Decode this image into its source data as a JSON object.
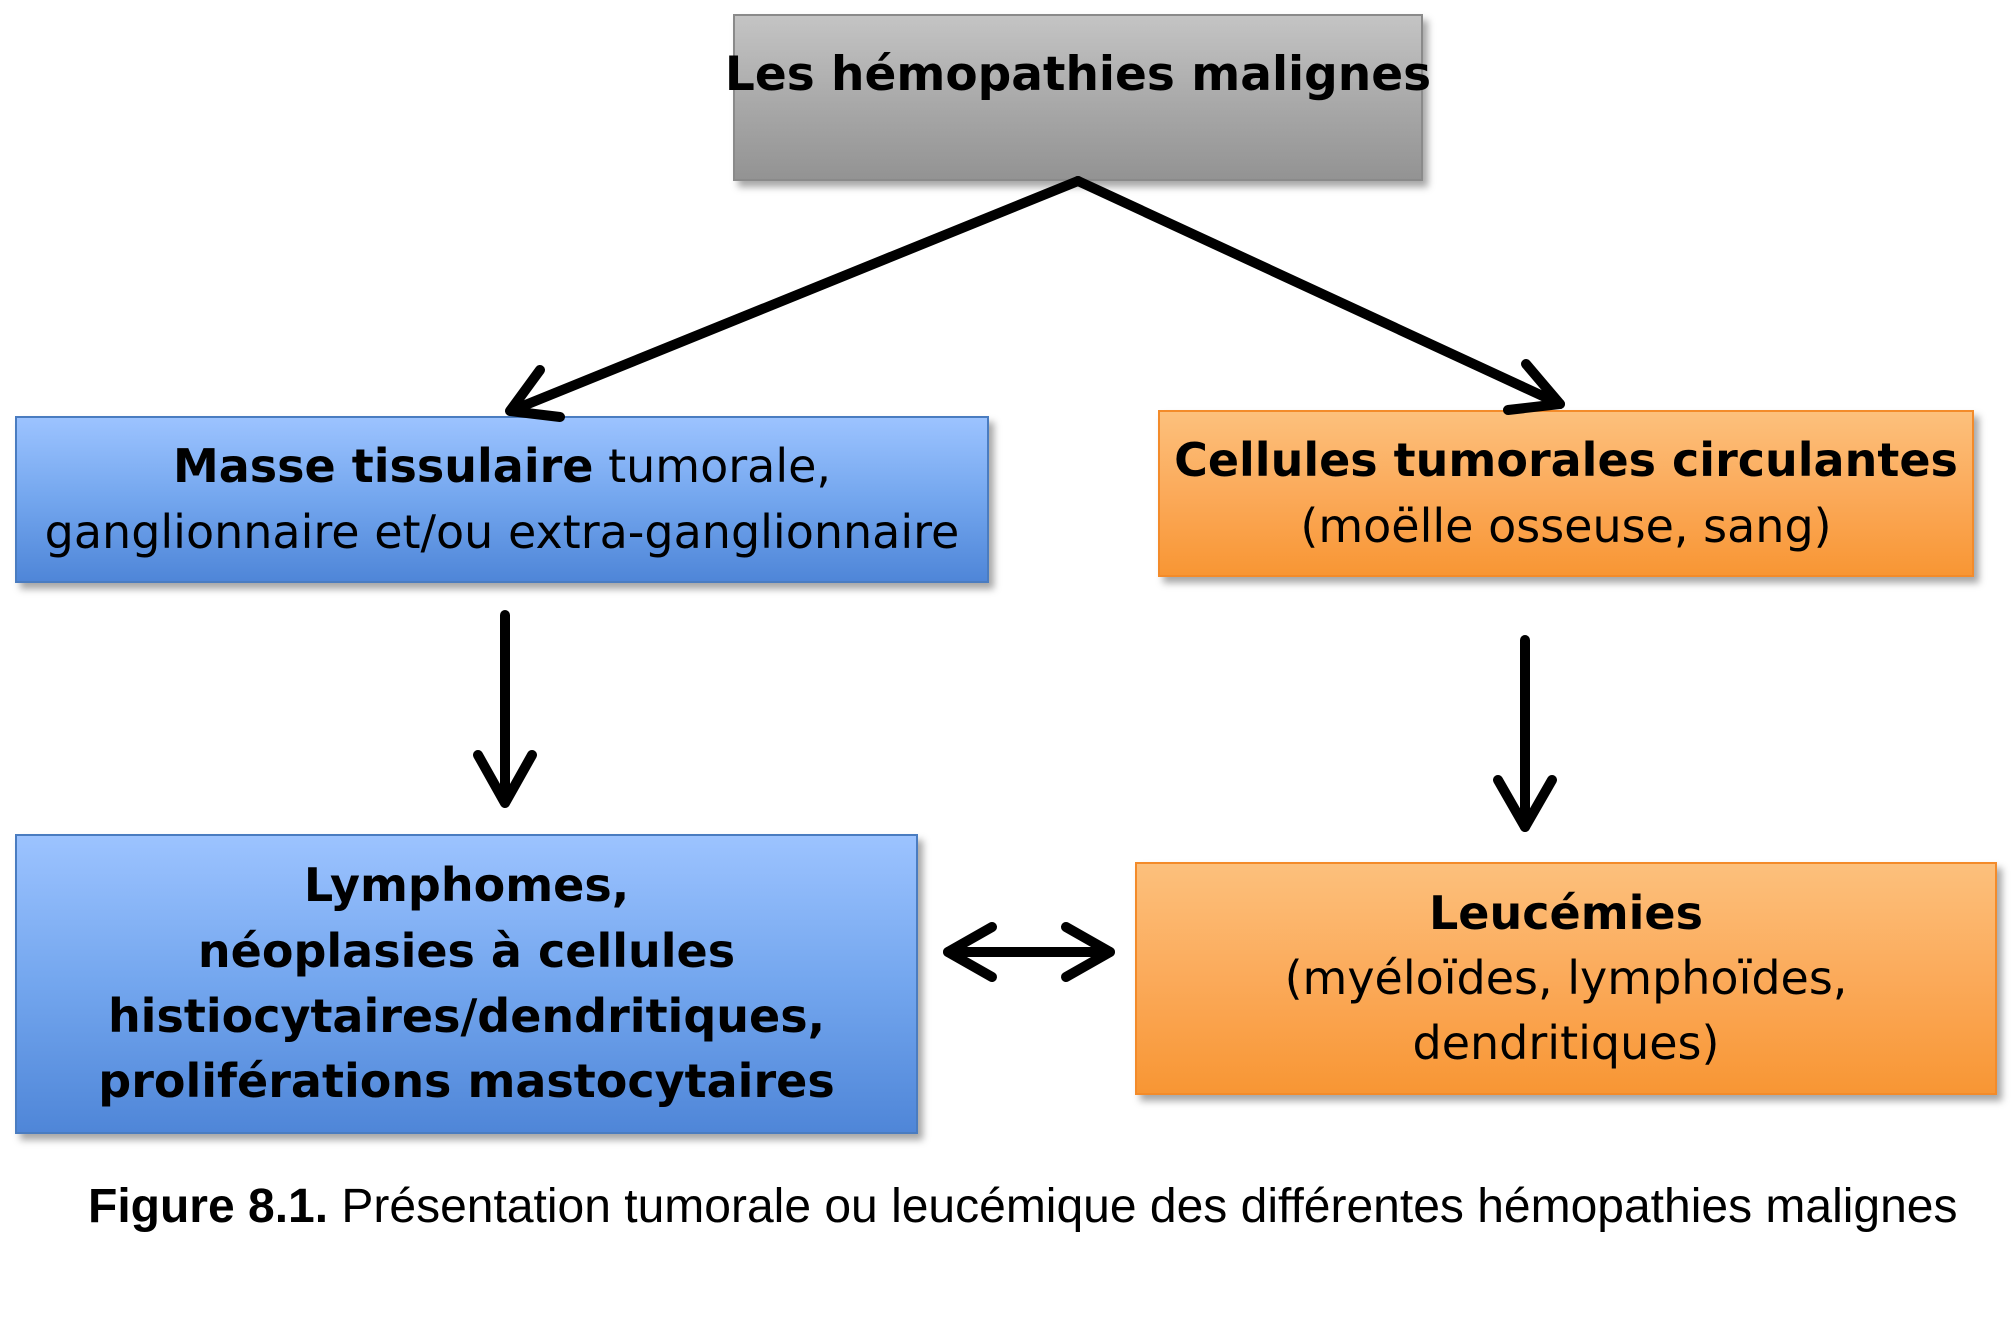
{
  "boxes": {
    "top": {
      "title": "Les hémopathies malignes"
    },
    "tissue": {
      "bold": "Masse tissulaire",
      "rest": " tumorale,",
      "line2": "ganglionnaire et/ou extra-ganglionnaire"
    },
    "circulating": {
      "bold": "Cellules tumorales circulantes",
      "line2": "(moëlle osseuse, sang)"
    },
    "lymphomas": {
      "lines": [
        "Lymphomes,",
        "néoplasies à cellules",
        "histiocytaires/dendritiques,",
        "proliférations mastocytaires"
      ]
    },
    "leukemias": {
      "bold": "Leucémies",
      "line2": "(myéloïdes, lymphoïdes,",
      "line3": "dendritiques)"
    }
  },
  "caption": {
    "label": "Figure 8.1.",
    "text": " Présentation tumorale ou leucémique des différentes hémopathies malignes"
  },
  "colors": {
    "gray": "#a8a8a8",
    "blue": "#73a6ee",
    "orange": "#fbaa5a",
    "arrow": "#000000"
  }
}
